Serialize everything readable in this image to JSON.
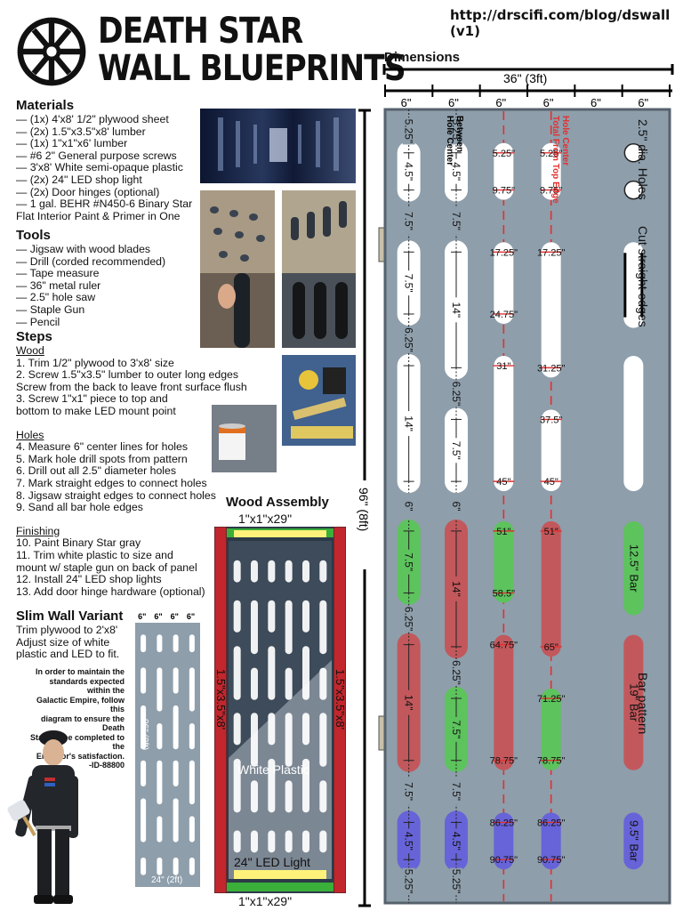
{
  "header": {
    "title_line1": "DEATH STAR",
    "title_line2": "WALL BLUEPRINTS",
    "url": "http://drscifi.com/blog/dswall (v1)",
    "emblem_icon": "imperial-emblem-icon"
  },
  "materials": {
    "heading": "Materials",
    "items": [
      "— (1x) 4'x8' 1/2\" plywood sheet",
      "— (2x) 1.5\"x3.5\"x8' lumber",
      "— (1x) 1\"x1\"x6' lumber",
      "— #6 2\" General purpose screws",
      "— 3'x8' White semi-opaque plastic",
      "— (2x) 24\" LED shop light",
      "— (2x) Door hinges (optional)",
      "— 1 gal. BEHR #N450-6 Binary Star",
      "Flat Interior Paint & Primer in One"
    ]
  },
  "tools": {
    "heading": "Tools",
    "items": [
      "— Jigsaw with wood blades",
      "— Drill (corded recommended)",
      "— Tape measure",
      "— 36\" metal ruler",
      "— 2.5\" hole saw",
      "— Staple Gun",
      "— Pencil"
    ]
  },
  "steps": {
    "heading": "Steps",
    "wood_heading": "Wood",
    "wood_items": [
      "1. Trim 1/2\" plywood to 3'x8' size",
      "2. Screw 1.5\"x3.5\" lumber to outer long edges",
      "Screw from the back to leave front surface flush",
      "3. Screw 1\"x1\" piece to top and",
      "bottom to make LED mount point"
    ],
    "holes_heading": "Holes",
    "holes_items": [
      "4. Measure 6\" center lines for holes",
      "5. Mark hole drill spots from pattern",
      "6. Drill out all 2.5\" diameter holes",
      "7. Mark straight edges to connect holes",
      "8. Jigsaw straight edges to connect holes",
      "9. Sand all bar hole edges"
    ],
    "finishing_heading": "Finishing",
    "finishing_items": [
      "10. Paint Binary Star gray",
      "11. Trim white plastic to size and",
      "mount w/ staple gun on back of panel",
      "12. Install 24\" LED shop lights",
      "13. Add door hinge hardware (optional)"
    ]
  },
  "slim": {
    "heading": "Slim Wall Variant",
    "items": [
      "Trim plywood to 2'x8'",
      "Adjust size of white",
      "plastic and LED to fit."
    ],
    "quote": [
      "In order to maintain the",
      "standards expected within the",
      "Galactic Empire, follow this",
      "diagram to ensure the Death",
      "Star will be completed to the",
      "Emperor's satisfaction.",
      "-ID-88800"
    ],
    "col_label": "6\"",
    "height_label": "96\" (8ft)",
    "width_label": "24\" (2ft)"
  },
  "wood_assembly": {
    "title": "Wood Assembly",
    "top_label": "1\"x1\"x29\"",
    "bottom_label": "1\"x1\"x29\"",
    "side_label": "1.5\"x3.5\"x8'",
    "plastic_label": "White Plastic",
    "led_label": "24\" LED Light"
  },
  "dimensions": {
    "heading": "Dimensions",
    "width_label": "36\" (3ft)",
    "col_label": "6\"",
    "height_label": "96\" (8ft)"
  },
  "annotations": {
    "between_line1": "Between",
    "between_line2": "Hole Center",
    "hole_center_line1": "Hole Center",
    "hole_center_line2": "Total From Top Edge",
    "holes_text": "2.5\" dia. Holes",
    "cut_text": "Cut straight edges",
    "bar_pattern_text": "Bar pattern"
  },
  "colors": {
    "panel": "#8e9eab",
    "panel_border": "#56626d",
    "white": "#ffffff",
    "red": "#c2585c",
    "green": "#5dc35d",
    "blue": "#6763d8",
    "guide_red": "#e23030",
    "lumber": "#c1272d",
    "led": "#fff27a"
  },
  "col1": [
    {
      "start": 5.25,
      "length": 4.5,
      "color": "white",
      "label": "4.5\""
    },
    {
      "start": 17.25,
      "length": 7.5,
      "color": "white",
      "label": "7.5\""
    },
    {
      "start": 31,
      "length": 14,
      "color": "white",
      "label": "14\""
    },
    {
      "start": 51,
      "length": 7.5,
      "color": "green",
      "label": "7.5\""
    },
    {
      "start": 64.75,
      "length": 14,
      "color": "red",
      "label": "14\""
    },
    {
      "start": 86.25,
      "length": 4.5,
      "color": "blue",
      "label": "4.5\""
    }
  ],
  "col1_gaps": [
    "5.25\"",
    "7.5\"",
    "6.25\"",
    "6\"",
    "6.25\"",
    "7.5\"",
    "5.25\""
  ],
  "col2": [
    {
      "start": 5.25,
      "length": 4.5,
      "color": "white",
      "label": "4.5\""
    },
    {
      "start": 17.25,
      "length": 14,
      "color": "white",
      "label": "14\""
    },
    {
      "start": 37.5,
      "length": 7.5,
      "color": "white",
      "label": "7.5\""
    },
    {
      "start": 51,
      "length": 14,
      "color": "red",
      "label": "14\""
    },
    {
      "start": 71.25,
      "length": 7.5,
      "color": "green",
      "label": "7.5\""
    },
    {
      "start": 86.25,
      "length": 4.5,
      "color": "blue",
      "label": "4.5\""
    }
  ],
  "col2_gaps": [
    "5.25\"",
    "7.5\"",
    "6.25\"",
    "6\"",
    "6.25\"",
    "7.5\"",
    "5.25\""
  ],
  "col3": [
    {
      "start": 5.25,
      "length": 4.5,
      "color": "white",
      "top": "5.25\"",
      "bottom": "9.75\""
    },
    {
      "start": 17.25,
      "length": 7.5,
      "color": "white",
      "top": "17.25\"",
      "bottom": "24.75\""
    },
    {
      "start": 31,
      "length": 14,
      "color": "white",
      "top": "31\"",
      "bottom": "45\""
    },
    {
      "start": 51,
      "length": 7.5,
      "color": "green",
      "top": "51\"",
      "bottom": "58.5\""
    },
    {
      "start": 64.75,
      "length": 14,
      "color": "red",
      "top": "64.75\"",
      "bottom": "78.75\""
    },
    {
      "start": 86.25,
      "length": 4.5,
      "color": "blue",
      "top": "86.25\"",
      "bottom": "90.75\""
    }
  ],
  "col4": [
    {
      "start": 5.25,
      "length": 4.5,
      "color": "white",
      "top": "5.25\"",
      "bottom": "9.75\""
    },
    {
      "start": 17.25,
      "length": 14,
      "color": "white",
      "top": "17.25\"",
      "bottom": "31.25\""
    },
    {
      "start": 37.5,
      "length": 7.5,
      "color": "white",
      "top": "37.5\"",
      "bottom": "45\""
    },
    {
      "start": 51,
      "length": 14,
      "color": "red",
      "top": "51\"",
      "bottom": "65\""
    },
    {
      "start": 71.25,
      "length": 7.5,
      "color": "green",
      "top": "71.25\"",
      "bottom": "78.75\""
    },
    {
      "start": 86.25,
      "length": 4.5,
      "color": "blue",
      "top": "86.25\"",
      "bottom": "90.75\""
    }
  ],
  "legend": [
    {
      "kind": "holes",
      "start": 5.25,
      "length": 4.5,
      "color": "white"
    },
    {
      "kind": "white-bar",
      "start": 17.25,
      "length": 8,
      "color": "white"
    },
    {
      "kind": "white-bar",
      "start": 31,
      "length": 14,
      "color": "white"
    },
    {
      "kind": "bar",
      "start": 51,
      "length": 9,
      "color": "green",
      "label": "12.5\" Bar"
    },
    {
      "kind": "bar",
      "start": 64.75,
      "length": 14,
      "color": "red",
      "label": "19\" Bar"
    },
    {
      "kind": "bar",
      "start": 86.25,
      "length": 4.5,
      "color": "blue",
      "label": "9.5\" Bar"
    }
  ]
}
